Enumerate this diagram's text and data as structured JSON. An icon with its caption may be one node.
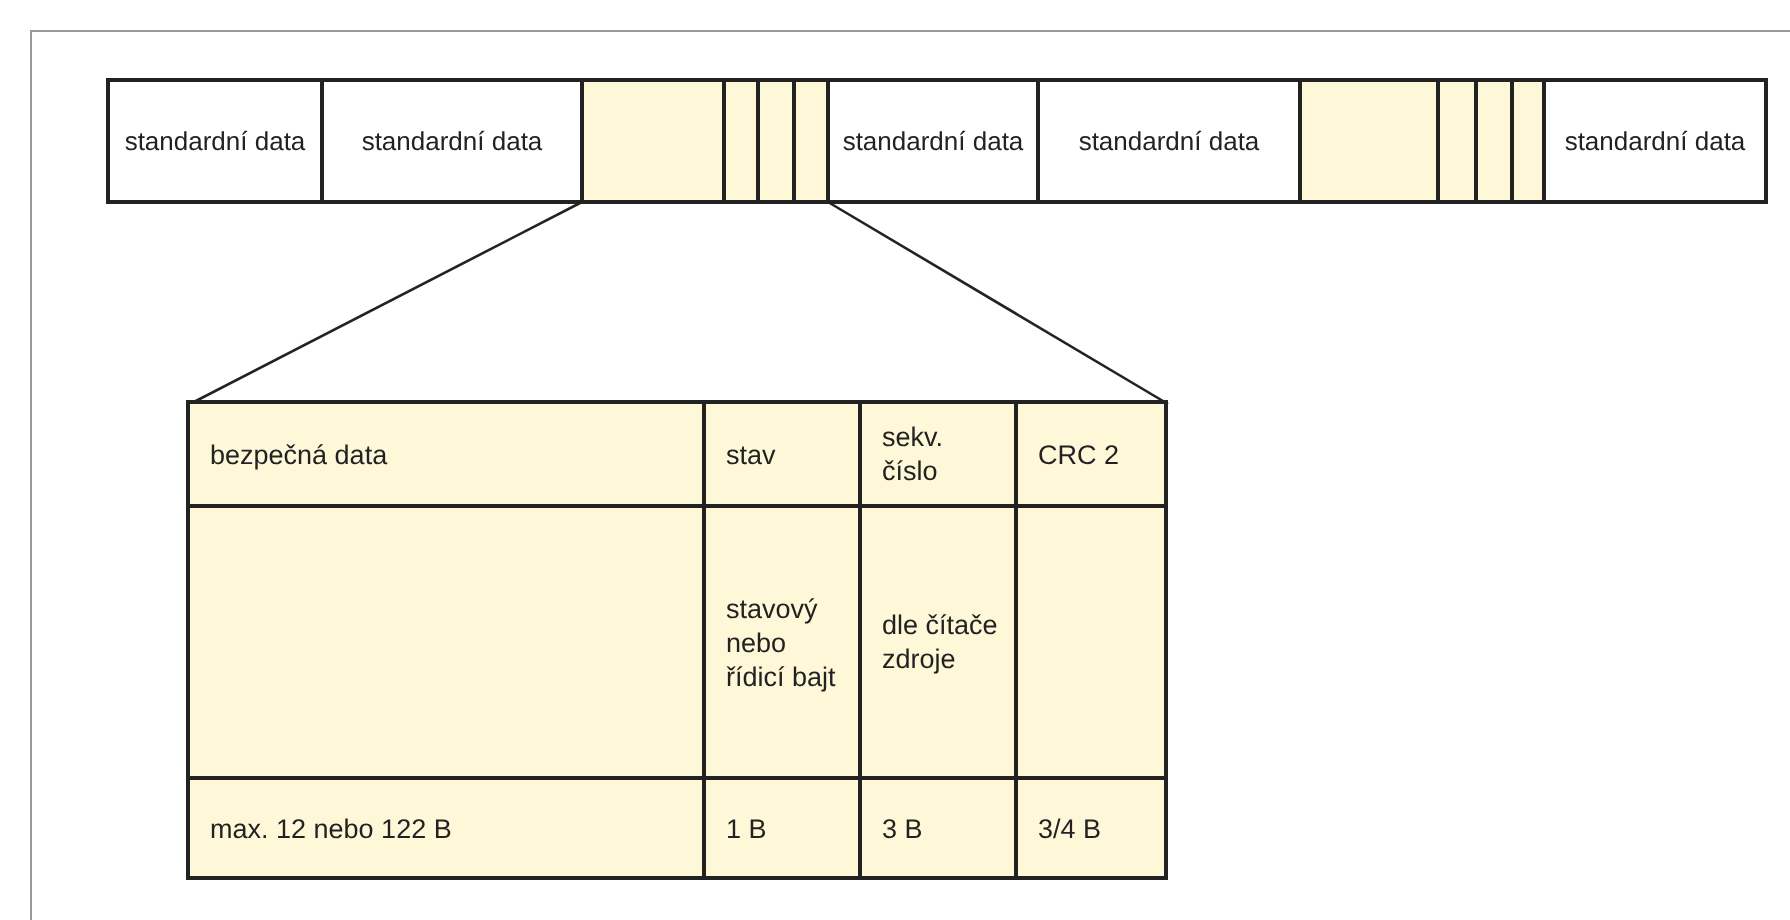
{
  "diagram": {
    "nodes": [
      {
        "text": [
          "standardní data"
        ]
      },
      {
        "text": [
          "standardní data"
        ]
      },
      {
        "text": [],
        "shape": "box"
      },
      {
        "text": [],
        "shape": "box"
      },
      {
        "text": [],
        "shape": "box"
      },
      {
        "text": [],
        "shape": "box"
      },
      {
        "text": [
          "standardní data"
        ]
      },
      {
        "text": [
          "standardní data"
        ]
      },
      {
        "text": [],
        "shape": "box"
      },
      {
        "text": [],
        "shape": "box"
      },
      {
        "text": [],
        "shape": "box"
      },
      {
        "text": [],
        "shape": "box"
      },
      {
        "text": [
          "standardní data"
        ]
      },
      {
        "text": [],
        "shape": "box"
      },
      {
        "text": [
          "bezpečná data"
        ],
        "in": 13
      },
      {
        "text": [
          "stav"
        ],
        "in": 13
      },
      {
        "text": [
          "sekv. číslo"
        ],
        "in": 13
      },
      {
        "text": [
          "CRC 2"
        ],
        "in": 13
      },
      {
        "text": [],
        "shape": "box",
        "in": 13
      },
      {
        "text": [
          "stavový nebo řídicí bajt"
        ],
        "in": 13
      },
      {
        "text": [
          "dle čítače zdroje"
        ],
        "in": 13
      },
      {
        "text": [],
        "shape": "box",
        "in": 13
      },
      {
        "text": [
          "max. 12 nebo 122 B"
        ],
        "in": 13
      },
      {
        "text": [
          "1 B"
        ],
        "in": 13
      },
      {
        "text": [
          "3 B"
        ],
        "in": 13
      },
      {
        "text": [
          "3/4 B"
        ],
        "in": 13
      }
    ],
    "edges": [
      {
        "from": 2,
        "to": 13,
        "arrow": "none"
      },
      {
        "from": 5,
        "to": 13,
        "arrow": "none"
      }
    ]
  }
}
